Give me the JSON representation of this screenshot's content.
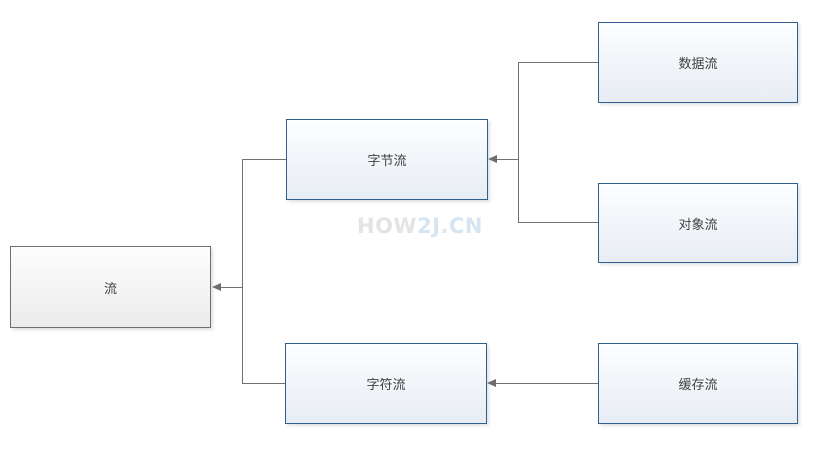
{
  "diagram": {
    "type": "hierarchy",
    "nodes": {
      "stream": {
        "label": "流"
      },
      "byte_stream": {
        "label": "字节流"
      },
      "char_stream": {
        "label": "字符流"
      },
      "data_stream": {
        "label": "数据流"
      },
      "object_stream": {
        "label": "对象流"
      },
      "buffer_stream": {
        "label": "缓存流"
      }
    },
    "edges": [
      {
        "from": "byte_stream",
        "to": "stream"
      },
      {
        "from": "char_stream",
        "to": "stream"
      },
      {
        "from": "data_stream",
        "to": "byte_stream"
      },
      {
        "from": "object_stream",
        "to": "byte_stream"
      },
      {
        "from": "buffer_stream",
        "to": "char_stream"
      }
    ]
  },
  "watermark": {
    "part1": "HOW",
    "part2": "2J",
    "part3": ".",
    "part4": "CN"
  },
  "colors": {
    "node_border_blue": "#2e5f8f",
    "node_border_gray": "#6e6e6e",
    "node_fill_top": "#fdfeff",
    "node_fill_bottom": "#e7ecf4",
    "connector": "#707070",
    "label_text": "#3f3f3f",
    "watermark_gray": "#e4e4e4",
    "watermark_blue": "#d7e4f2",
    "background": "#ffffff"
  }
}
